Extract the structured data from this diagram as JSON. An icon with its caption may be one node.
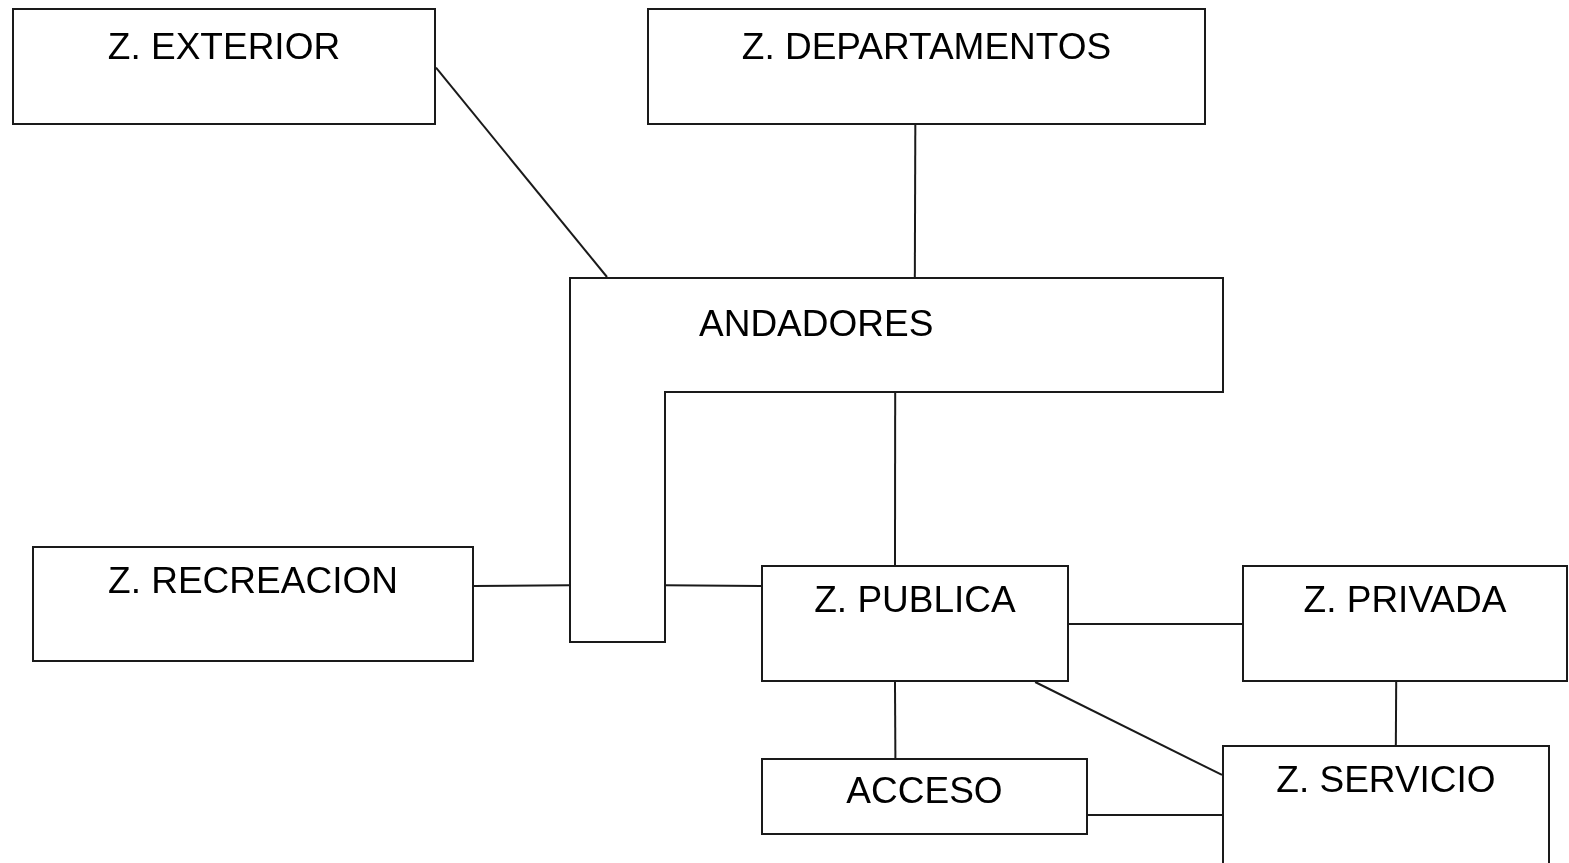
{
  "diagram": {
    "nodes": [
      {
        "text": [
          "Z. EXTERIOR"
        ]
      },
      {
        "text": [
          "Z. DEPARTAMENTOS"
        ]
      },
      {
        "text": [
          "ANDADORES"
        ]
      },
      {
        "text": [
          "Z. RECREACION"
        ]
      },
      {
        "text": [
          "Z. PUBLICA"
        ]
      },
      {
        "text": [
          "Z. PRIVADA"
        ]
      },
      {
        "text": [
          "ACCESO"
        ]
      },
      {
        "text": [
          "Z. SERVICIO"
        ]
      }
    ],
    "edges": [
      {
        "from": 0,
        "to": 2,
        "arrow": "none"
      },
      {
        "from": 1,
        "to": 2,
        "arrow": "none"
      },
      {
        "from": 2,
        "to": 4,
        "arrow": "none"
      },
      {
        "from": 3,
        "to": 2,
        "arrow": "none"
      },
      {
        "from": 2,
        "to": 4,
        "arrow": "none"
      },
      {
        "from": 4,
        "to": 5,
        "arrow": "none"
      },
      {
        "from": 4,
        "to": 7,
        "arrow": "none"
      },
      {
        "from": 4,
        "to": 6,
        "arrow": "none"
      },
      {
        "from": 6,
        "to": 7,
        "arrow": "none"
      },
      {
        "from": 5,
        "to": 7,
        "arrow": "none"
      }
    ]
  }
}
